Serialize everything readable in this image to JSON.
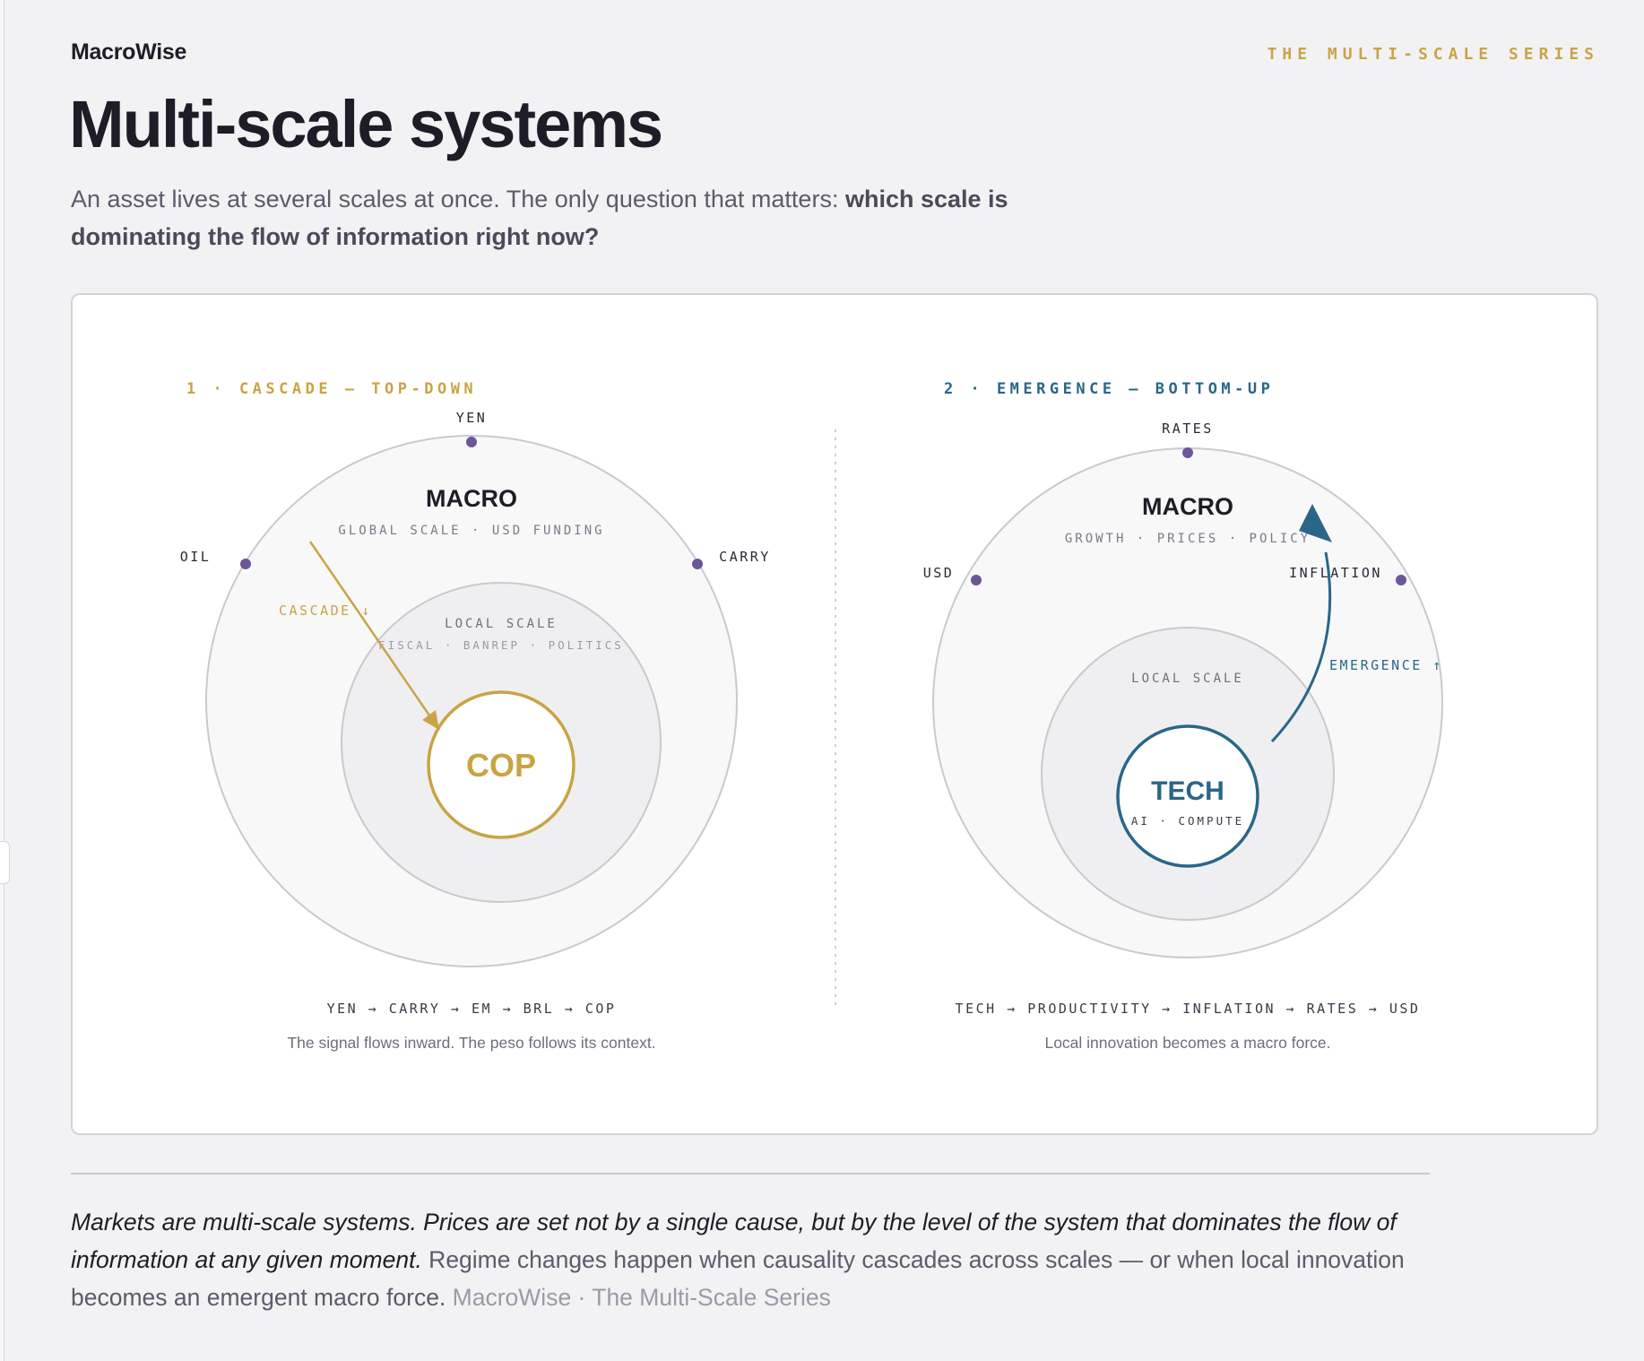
{
  "header": {
    "brand": "MacroWise",
    "series_tag": "THE MULTI-SCALE SERIES",
    "title": "Multi-scale systems",
    "subtitle_plain": "An asset lives at several scales at once. The only question that matters: ",
    "subtitle_bold": "which scale is dominating the flow of information right now?"
  },
  "colors": {
    "gold": "#c9a444",
    "blue": "#2a6688",
    "node": "#6b5797",
    "ink": "#1d1d28",
    "muted": "#5b5b6a"
  },
  "diagrams": {
    "cascade": {
      "heading": "1 · CASCADE — TOP-DOWN",
      "outer_title": "MACRO",
      "outer_subtitle": "GLOBAL SCALE · USD FUNDING",
      "nodes": [
        "YEN",
        "OIL",
        "CARRY"
      ],
      "inner_title": "LOCAL SCALE",
      "inner_subtitle": "FISCAL · BANREP · POLITICS",
      "core_label": "COP",
      "arrow_label": "CASCADE ↓",
      "chain": "YEN → CARRY → EM → BRL → COP",
      "caption": "The signal flows inward. The peso follows its context."
    },
    "emergence": {
      "heading": "2 · EMERGENCE — BOTTOM-UP",
      "outer_title": "MACRO",
      "outer_subtitle": "GROWTH · PRICES · POLICY",
      "nodes": [
        "RATES",
        "USD",
        "INFLATION"
      ],
      "inner_title": "LOCAL SCALE",
      "core_label": "TECH",
      "core_subtitle": "AI · COMPUTE",
      "arrow_label": "EMERGENCE ↑",
      "chain": "TECH → PRODUCTIVITY → INFLATION → RATES → USD",
      "caption": "Local innovation becomes a macro force."
    }
  },
  "closing": {
    "italic": "Markets are multi-scale systems. Prices are set not by a single cause, but by the level of the system that dominates the flow of information at any given moment.",
    "plain": " Regime changes happen when causality cascades across scales — or when local innovation becomes an emergent macro force. ",
    "signature": "MacroWise · The Multi-Scale Series"
  }
}
